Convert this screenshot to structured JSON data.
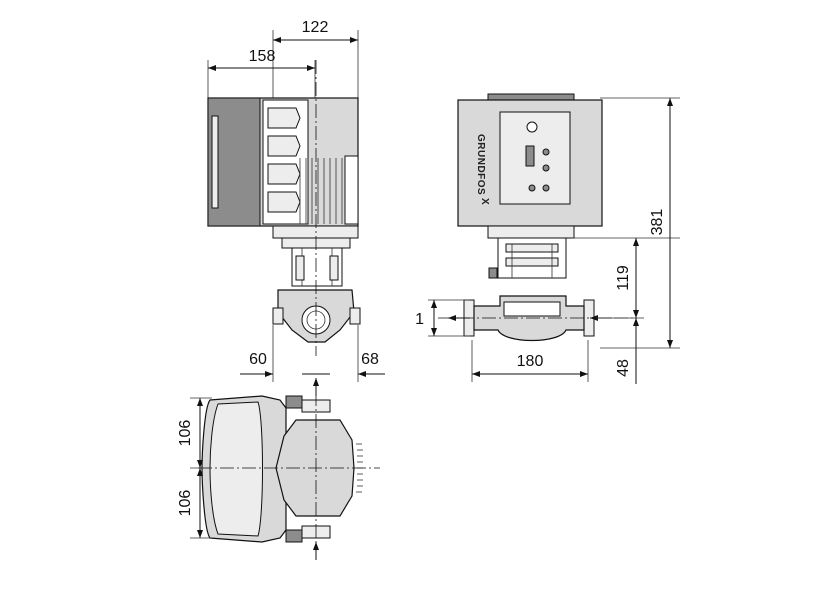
{
  "drawing": {
    "manufacturer_logo": "GRUNDFOS",
    "logo_mark": "X",
    "dimensions": {
      "top_width_122": "122",
      "top_width_158": "158",
      "flange_left_60": "60",
      "flange_right_68": "68",
      "port_length_180": "180",
      "total_height_381": "381",
      "center_height_119": "119",
      "base_height_48": "48",
      "small_dim_1": "1",
      "half_width_upper_106": "106",
      "half_width_lower_106": "106"
    }
  }
}
